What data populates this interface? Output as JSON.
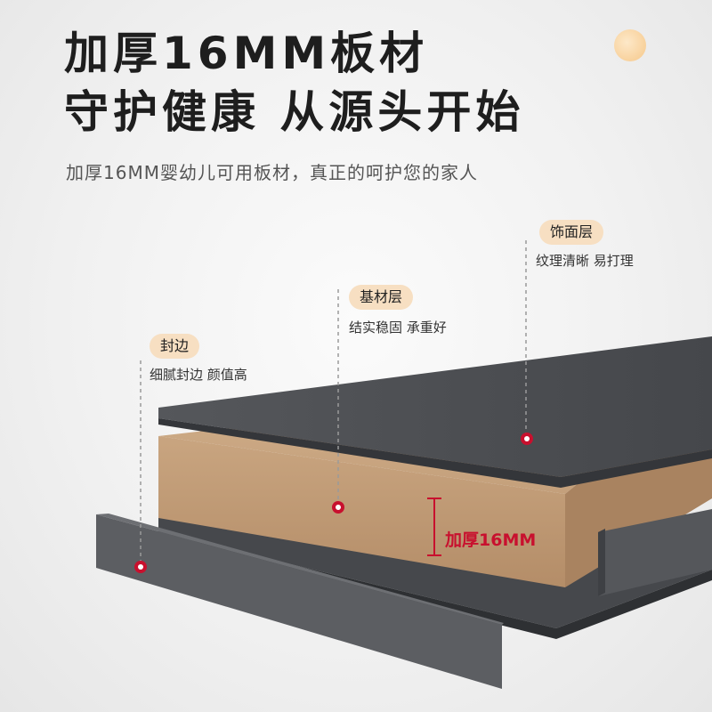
{
  "headline": {
    "line1": "加厚16MM板材",
    "line2": "守护健康 从源头开始"
  },
  "subheadline": "加厚16MM婴幼儿可用板材，真正的呵护您的家人",
  "layers": [
    {
      "id": "finish",
      "tag": "饰面层",
      "desc": "纹理清晰 易打理"
    },
    {
      "id": "core",
      "tag": "基材层",
      "desc": "结实稳固 承重好"
    },
    {
      "id": "edge",
      "tag": "封边",
      "desc": "细腻封边 颜值高"
    }
  ],
  "thickness_label": "加厚16MM",
  "colors": {
    "accent_red": "#c8102e",
    "tag_bg": "#f7dfc2",
    "panel_grey": "#4a4c50",
    "core_brown": "#c09a75"
  }
}
